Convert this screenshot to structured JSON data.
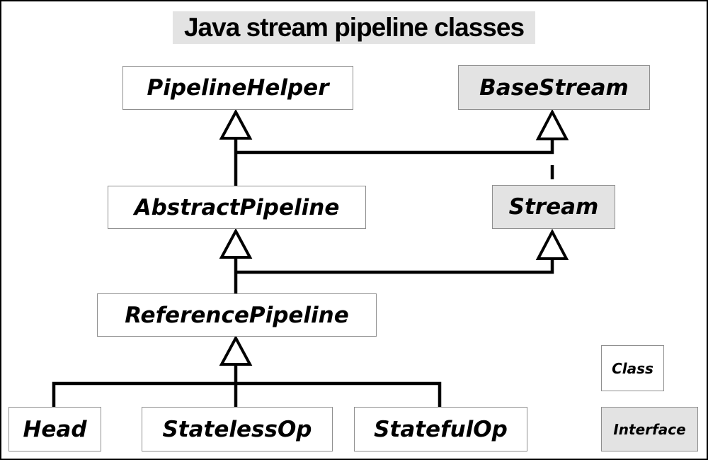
{
  "title": "Java stream pipeline classes",
  "diagram": {
    "nodes": {
      "pipeline_helper": {
        "label": "PipelineHelper",
        "kind": "class"
      },
      "base_stream": {
        "label": "BaseStream",
        "kind": "interface"
      },
      "abstract_pipeline": {
        "label": "AbstractPipeline",
        "kind": "class"
      },
      "stream": {
        "label": "Stream",
        "kind": "interface"
      },
      "reference_pipeline": {
        "label": "ReferencePipeline",
        "kind": "class"
      },
      "head": {
        "label": "Head",
        "kind": "class"
      },
      "stateless_op": {
        "label": "StatelessOp",
        "kind": "class"
      },
      "stateful_op": {
        "label": "StatefulOp",
        "kind": "class"
      }
    },
    "edges": [
      {
        "from": "AbstractPipeline",
        "to": "PipelineHelper",
        "type": "inheritance",
        "style": "solid"
      },
      {
        "from": "AbstractPipeline",
        "to": "BaseStream",
        "type": "inheritance",
        "style": "solid"
      },
      {
        "from": "Stream",
        "to": "BaseStream",
        "type": "inheritance",
        "style": "dashed"
      },
      {
        "from": "ReferencePipeline",
        "to": "AbstractPipeline",
        "type": "inheritance",
        "style": "solid"
      },
      {
        "from": "ReferencePipeline",
        "to": "Stream",
        "type": "inheritance",
        "style": "solid"
      },
      {
        "from": "Head",
        "to": "ReferencePipeline",
        "type": "inheritance",
        "style": "solid"
      },
      {
        "from": "StatelessOp",
        "to": "ReferencePipeline",
        "type": "inheritance",
        "style": "solid"
      },
      {
        "from": "StatefulOp",
        "to": "ReferencePipeline",
        "type": "inheritance",
        "style": "solid"
      }
    ],
    "legend": {
      "class_label": "Class",
      "interface_label": "Interface"
    },
    "colors": {
      "class_fill": "#ffffff",
      "interface_fill": "#e3e3e3",
      "box_border": "#8f8f8f",
      "line": "#000000",
      "text": "#000000",
      "title_background": "#e3e3e3",
      "page_border": "#000000"
    }
  }
}
